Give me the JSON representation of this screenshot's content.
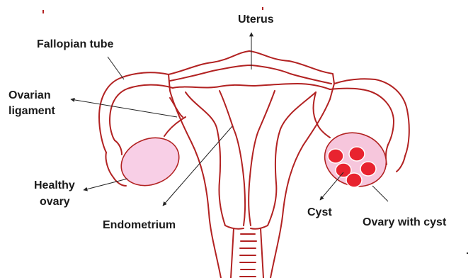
{
  "labels": {
    "uterus": "Uterus",
    "fallopian_tube": "Fallopian tube",
    "ovarian_ligament_line1": "Ovarian",
    "ovarian_ligament_line2": "ligament",
    "healthy_ovary_line1": "Healthy",
    "healthy_ovary_line2": "ovary",
    "endometrium": "Endometrium",
    "cyst": "Cyst",
    "ovary_with_cyst": "Ovary with cyst"
  },
  "colors": {
    "outline": "#b22222",
    "healthy_ovary_fill": "#f8cfe6",
    "cyst_ovary_fill": "#f6c6dc",
    "cyst_fill": "#e8232f",
    "label": "#1a1a1a",
    "pointer": "#222222"
  },
  "cyst_count": 5
}
